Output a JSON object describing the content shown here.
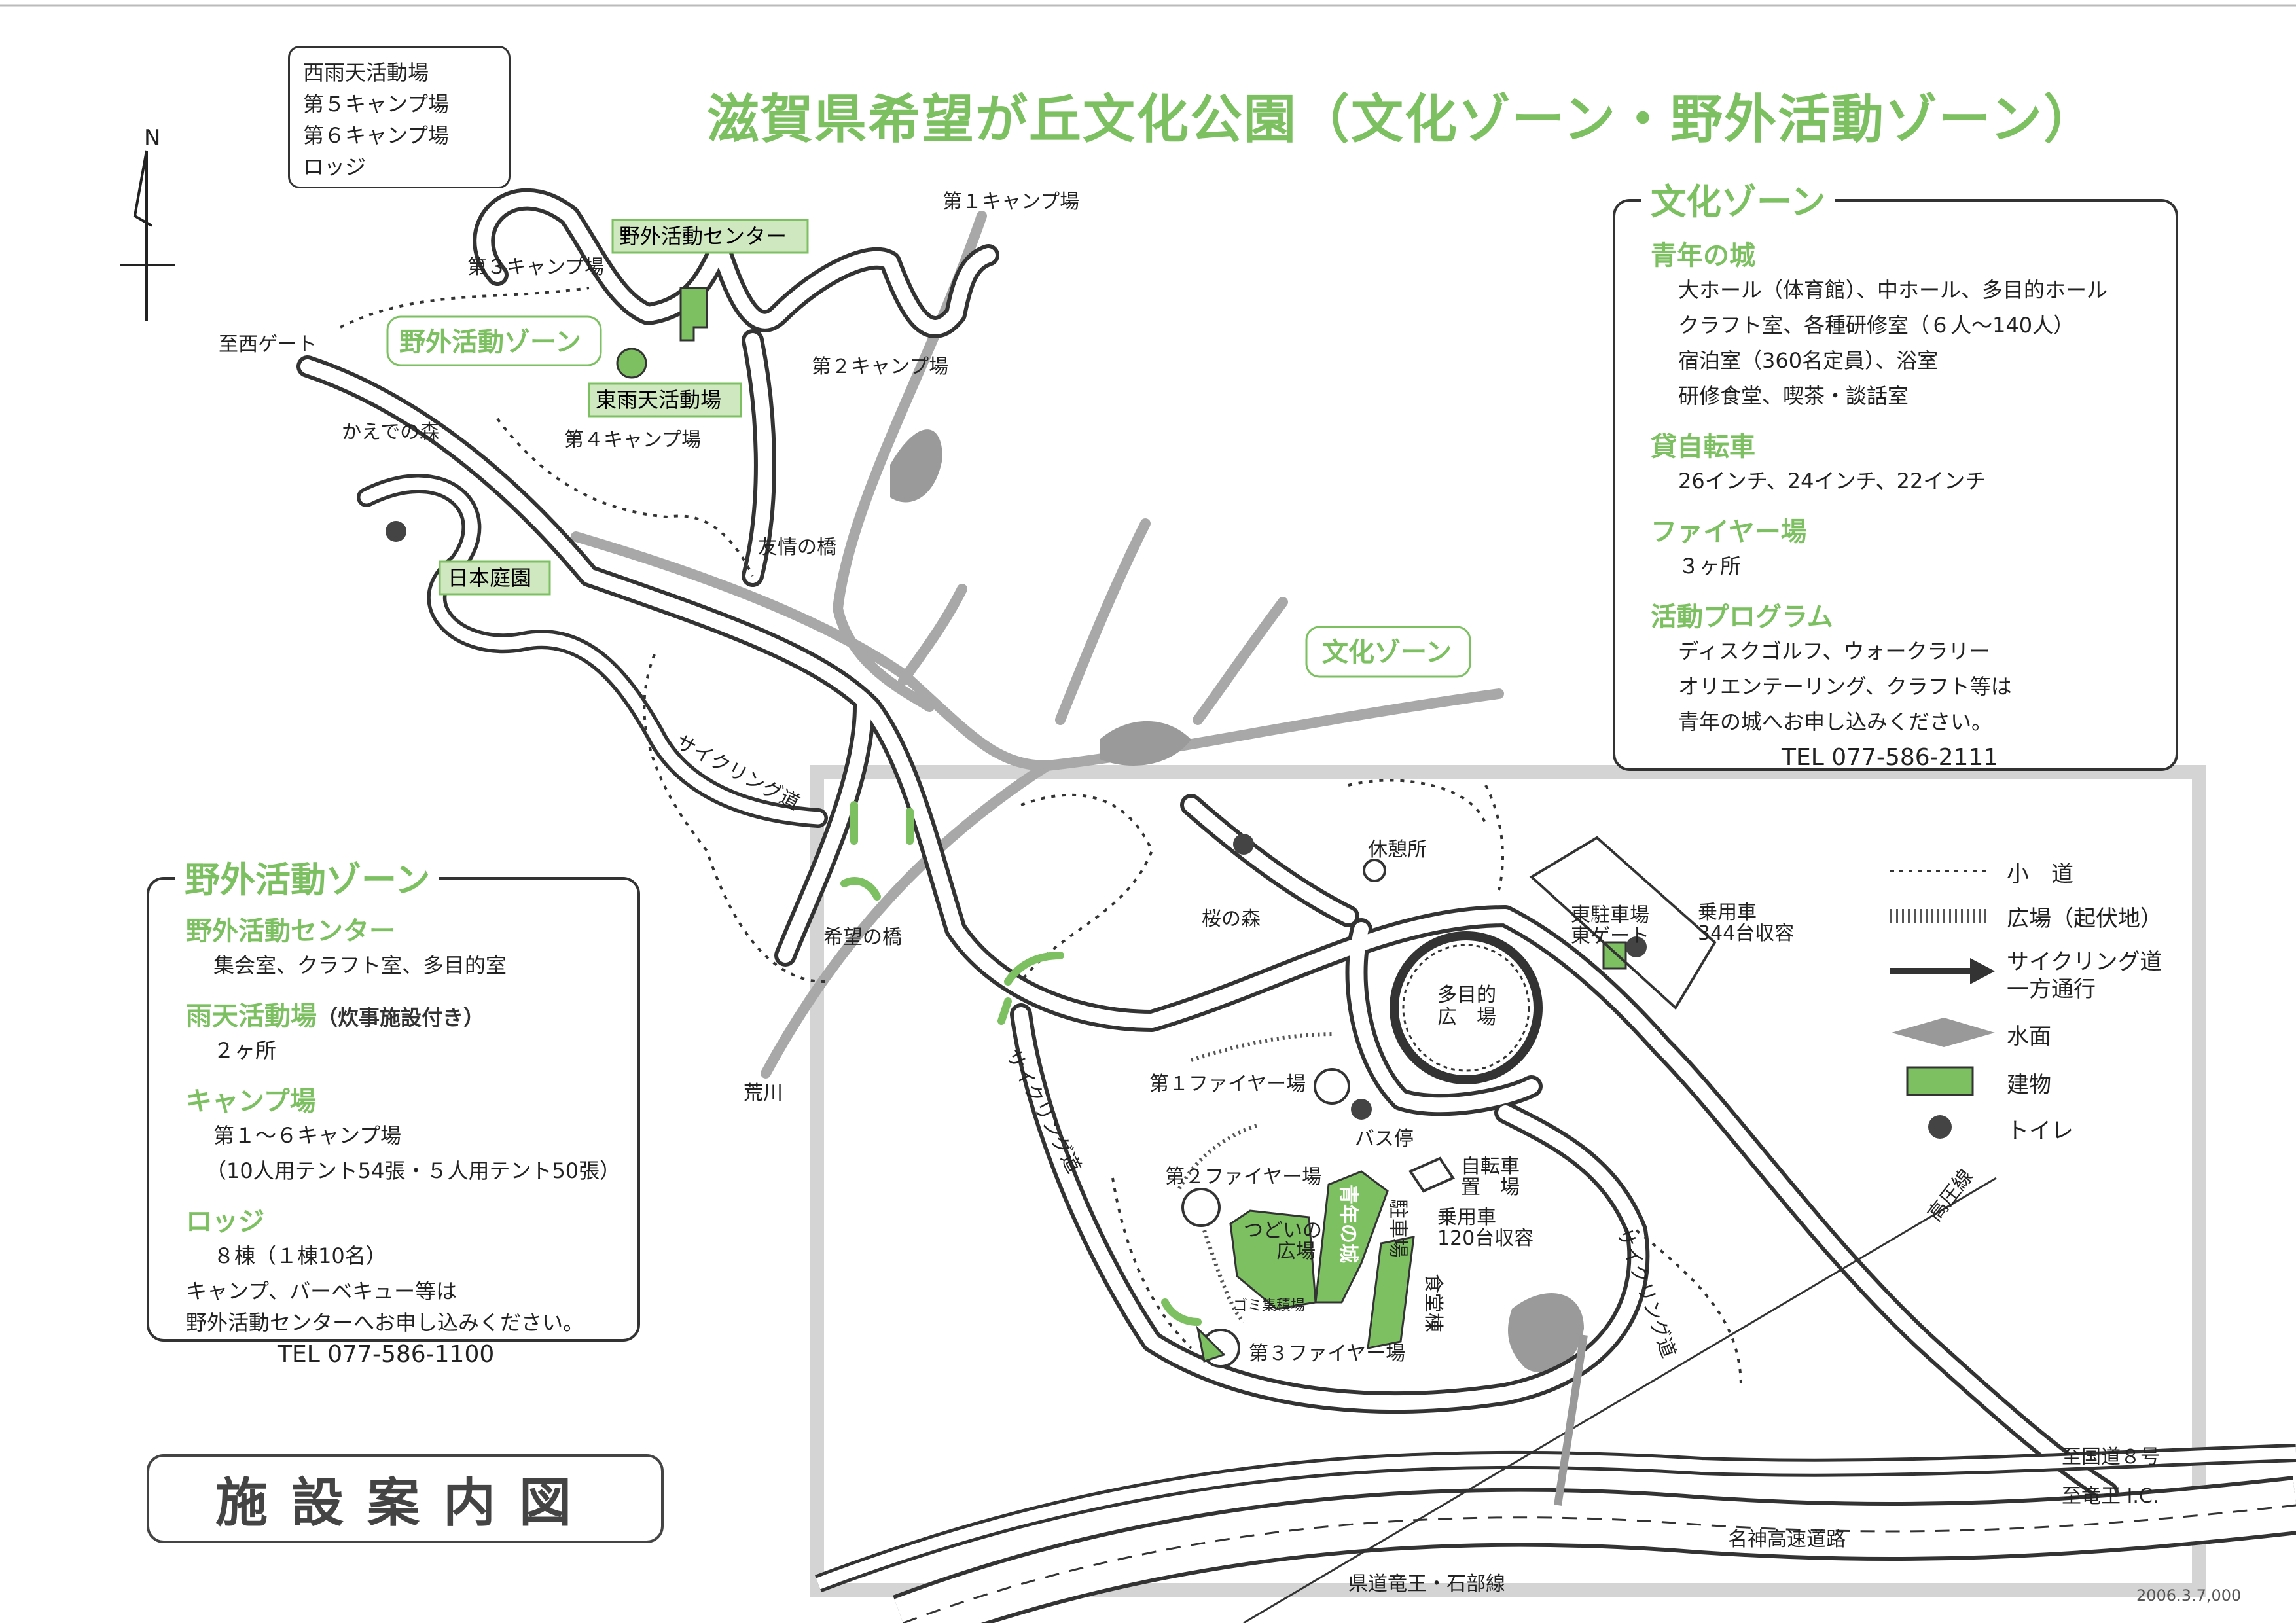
{
  "title": "滋賀県希望が丘文化公園（文化ゾーン・野外活動ゾーン）",
  "north": "N",
  "callout": [
    "西雨天活動場",
    "第５キャンプ場",
    "第６キャンプ場",
    "ロッジ"
  ],
  "culture_panel": {
    "title": "文化ゾーン",
    "sections": [
      {
        "heading": "青年の城",
        "lines": [
          "大ホール（体育館）、中ホール、多目的ホール",
          "クラフト室、各種研修室（６人〜140人）",
          "宿泊室（360名定員）、浴室",
          "研修食堂、喫茶・談話室"
        ]
      },
      {
        "heading": "貸自転車",
        "lines": [
          "26インチ、24インチ、22インチ"
        ]
      },
      {
        "heading": "ファイヤー場",
        "lines": [
          "３ヶ所"
        ]
      },
      {
        "heading": "活動プログラム",
        "lines": [
          "ディスクゴルフ、ウォークラリー",
          "オリエンテーリング、クラフト等は",
          "青年の城へお申し込みください。"
        ]
      }
    ],
    "tel": "TEL 077-586-2111"
  },
  "outdoor_panel": {
    "title": "野外活動ゾーン",
    "sections": [
      {
        "heading": "野外活動センター",
        "note": "",
        "lines": [
          "集会室、クラフト室、多目的室"
        ]
      },
      {
        "heading": "雨天活動場",
        "note": "（炊事施設付き）",
        "lines": [
          "２ヶ所"
        ]
      },
      {
        "heading": "キャンプ場",
        "note": "",
        "lines": [
          "第１〜６キャンプ場",
          "（10人用テント54張・５人用テント50張）"
        ]
      },
      {
        "heading": "ロッジ",
        "note": "",
        "lines": [
          "８棟（１棟10名）"
        ]
      }
    ],
    "footer": [
      "キャンプ、バーベキュー等は",
      "野外活動センターへお申し込みください。"
    ],
    "tel": "TEL 077-586-1100"
  },
  "legend": {
    "path": "小　道",
    "plaza": "広場（起伏地）",
    "cycling": [
      "サイクリング道",
      "一方通行"
    ],
    "water": "水面",
    "building": "建物",
    "toilet": "トイレ"
  },
  "plate": "施設案内図",
  "footnote": "2006.3.7,000",
  "labels": {
    "outdoor_center": "野外活動センター",
    "camp1": "第１キャンプ場",
    "camp2": "第２キャンプ場",
    "camp3": "第３キャンプ場",
    "camp4": "第４キャンプ場",
    "west_gate": "至西ゲート",
    "outdoor_zone": "野外活動ゾーン",
    "east_rain": "東雨天活動場",
    "kaede": "かえでの森",
    "japanese_garden": "日本庭園",
    "yujo_bridge": "友情の橋",
    "culture_zone": "文化ゾーン",
    "cycling_road": "サイクリング道",
    "kibou_bridge": "希望の橋",
    "arakawa": "荒川",
    "sakura": "桜の森",
    "rest": "休憩所",
    "east_parking": "東駐車場",
    "east_gate": "東ゲート",
    "car_344": [
      "乗用車",
      "344台収容"
    ],
    "multi_plaza": [
      "多目的",
      "広　場"
    ],
    "fire1": "第１ファイヤー場",
    "bus_stop": "バス停",
    "bike_parking": [
      "自転車",
      "置　場"
    ],
    "fire2": "第２ファイヤー場",
    "seinen": "青年の城",
    "tsudoi": [
      "つどいの",
      "広場"
    ],
    "parking": "駐車場",
    "car_120": [
      "乗用車",
      "120台収容"
    ],
    "dining": "食堂棟",
    "garbage": "ゴミ集積場",
    "fire3": "第３ファイヤー場",
    "power_line": "高圧線",
    "route8": "至国道８号",
    "ryuo": "至竜王 I.C.",
    "meishin": "名神高速道路",
    "prefectural": "県道竜王・石部線"
  }
}
